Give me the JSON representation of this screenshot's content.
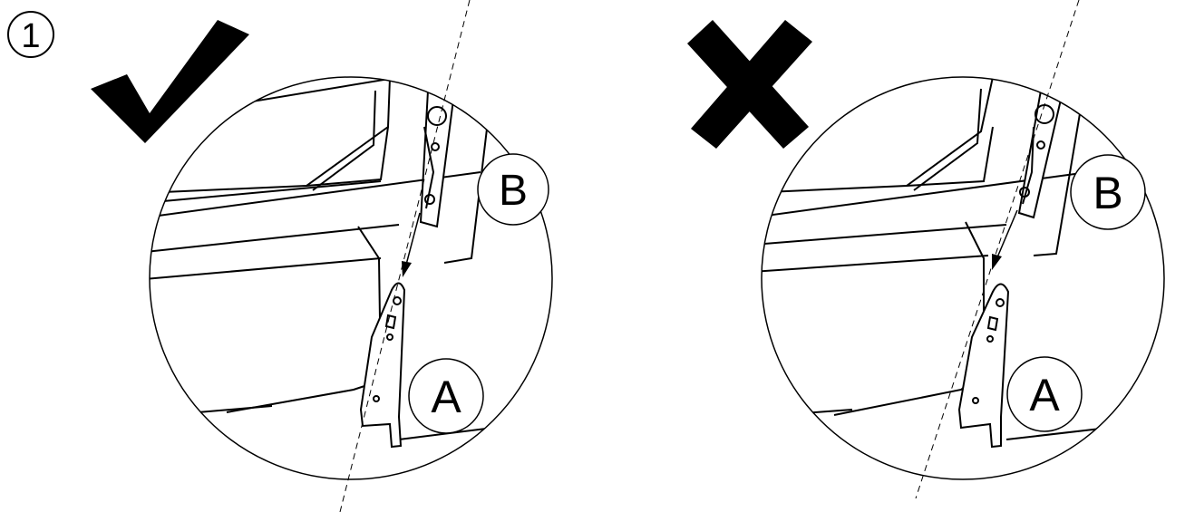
{
  "step": {
    "number": "1"
  },
  "panels": [
    {
      "status": "correct",
      "status_icon": "check-mark-icon",
      "labels": {
        "top_part": "B",
        "bottom_part": "A"
      }
    },
    {
      "status": "incorrect",
      "status_icon": "cross-mark-icon",
      "labels": {
        "top_part": "B",
        "bottom_part": "A"
      }
    }
  ],
  "colors": {
    "ink": "#000000",
    "background": "#ffffff"
  }
}
